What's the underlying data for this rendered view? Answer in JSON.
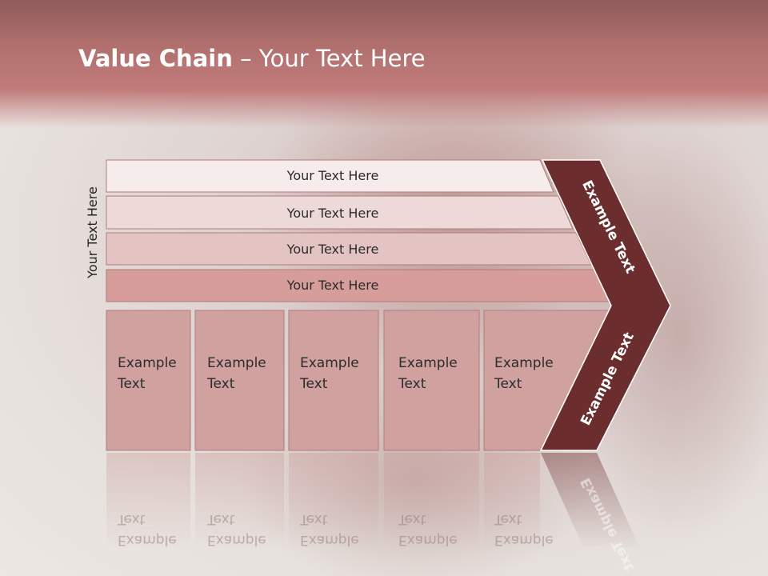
{
  "slide": {
    "title_bold": "Value Chain",
    "title_rest": " – Your Text Here",
    "side_label": "Your Text Here",
    "rows": [
      "Your Text Here",
      "Your Text Here",
      "Your Text Here",
      "Your Text Here"
    ],
    "boxes": [
      [
        "Example",
        "Text"
      ],
      [
        "Example",
        "Text"
      ],
      [
        "Example",
        "Text"
      ],
      [
        "Example",
        "Text"
      ],
      [
        "Example",
        "Text"
      ]
    ],
    "chevron_upper": "Example Text",
    "chevron_lower": "Example Text"
  },
  "colors": {
    "header": "#b06f6d",
    "chevron": "#6b2d2e",
    "row_fills": [
      "#f6eceb",
      "#edd9d8",
      "#e4c4c3",
      "#d69d9b"
    ],
    "box_fill": "#d1a1a0"
  }
}
